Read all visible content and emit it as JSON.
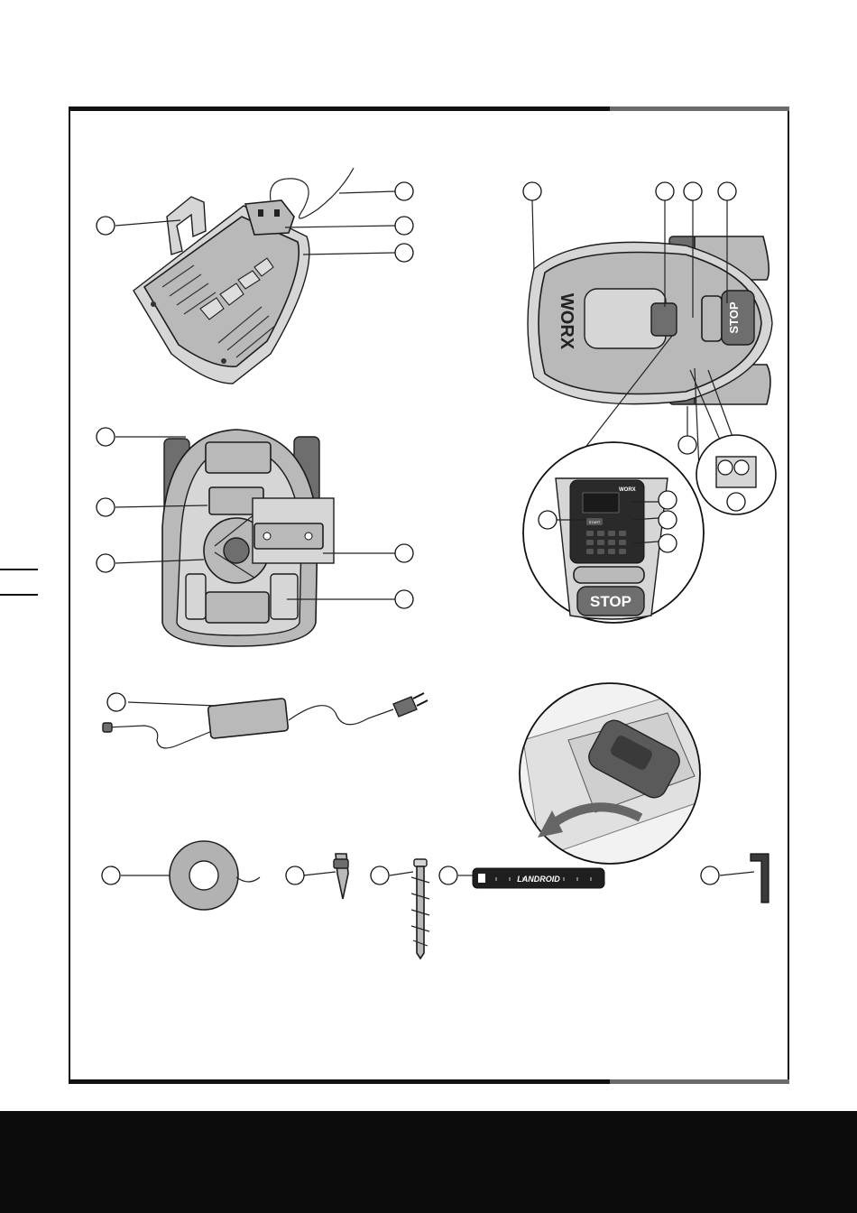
{
  "page": {
    "accent": "#0c0c0c",
    "frame_color": "#111111",
    "frame_grey": "#6b6b6b"
  },
  "labels": {
    "mower_brand": "WORX",
    "stop_button": "STOP",
    "keypad_start": "START",
    "keypad_brand": "WORX",
    "ruler_brand": "LANDROID"
  },
  "icons": [
    "charging-station-illustration",
    "mower-top-view-illustration",
    "mower-bottom-view-illustration",
    "power-adapter-illustration",
    "cover-lift-illustration",
    "boundary-wire-roll-illustration",
    "wire-connector-illustration",
    "peg-illustration",
    "distance-gauge-illustration",
    "allen-key-illustration"
  ]
}
